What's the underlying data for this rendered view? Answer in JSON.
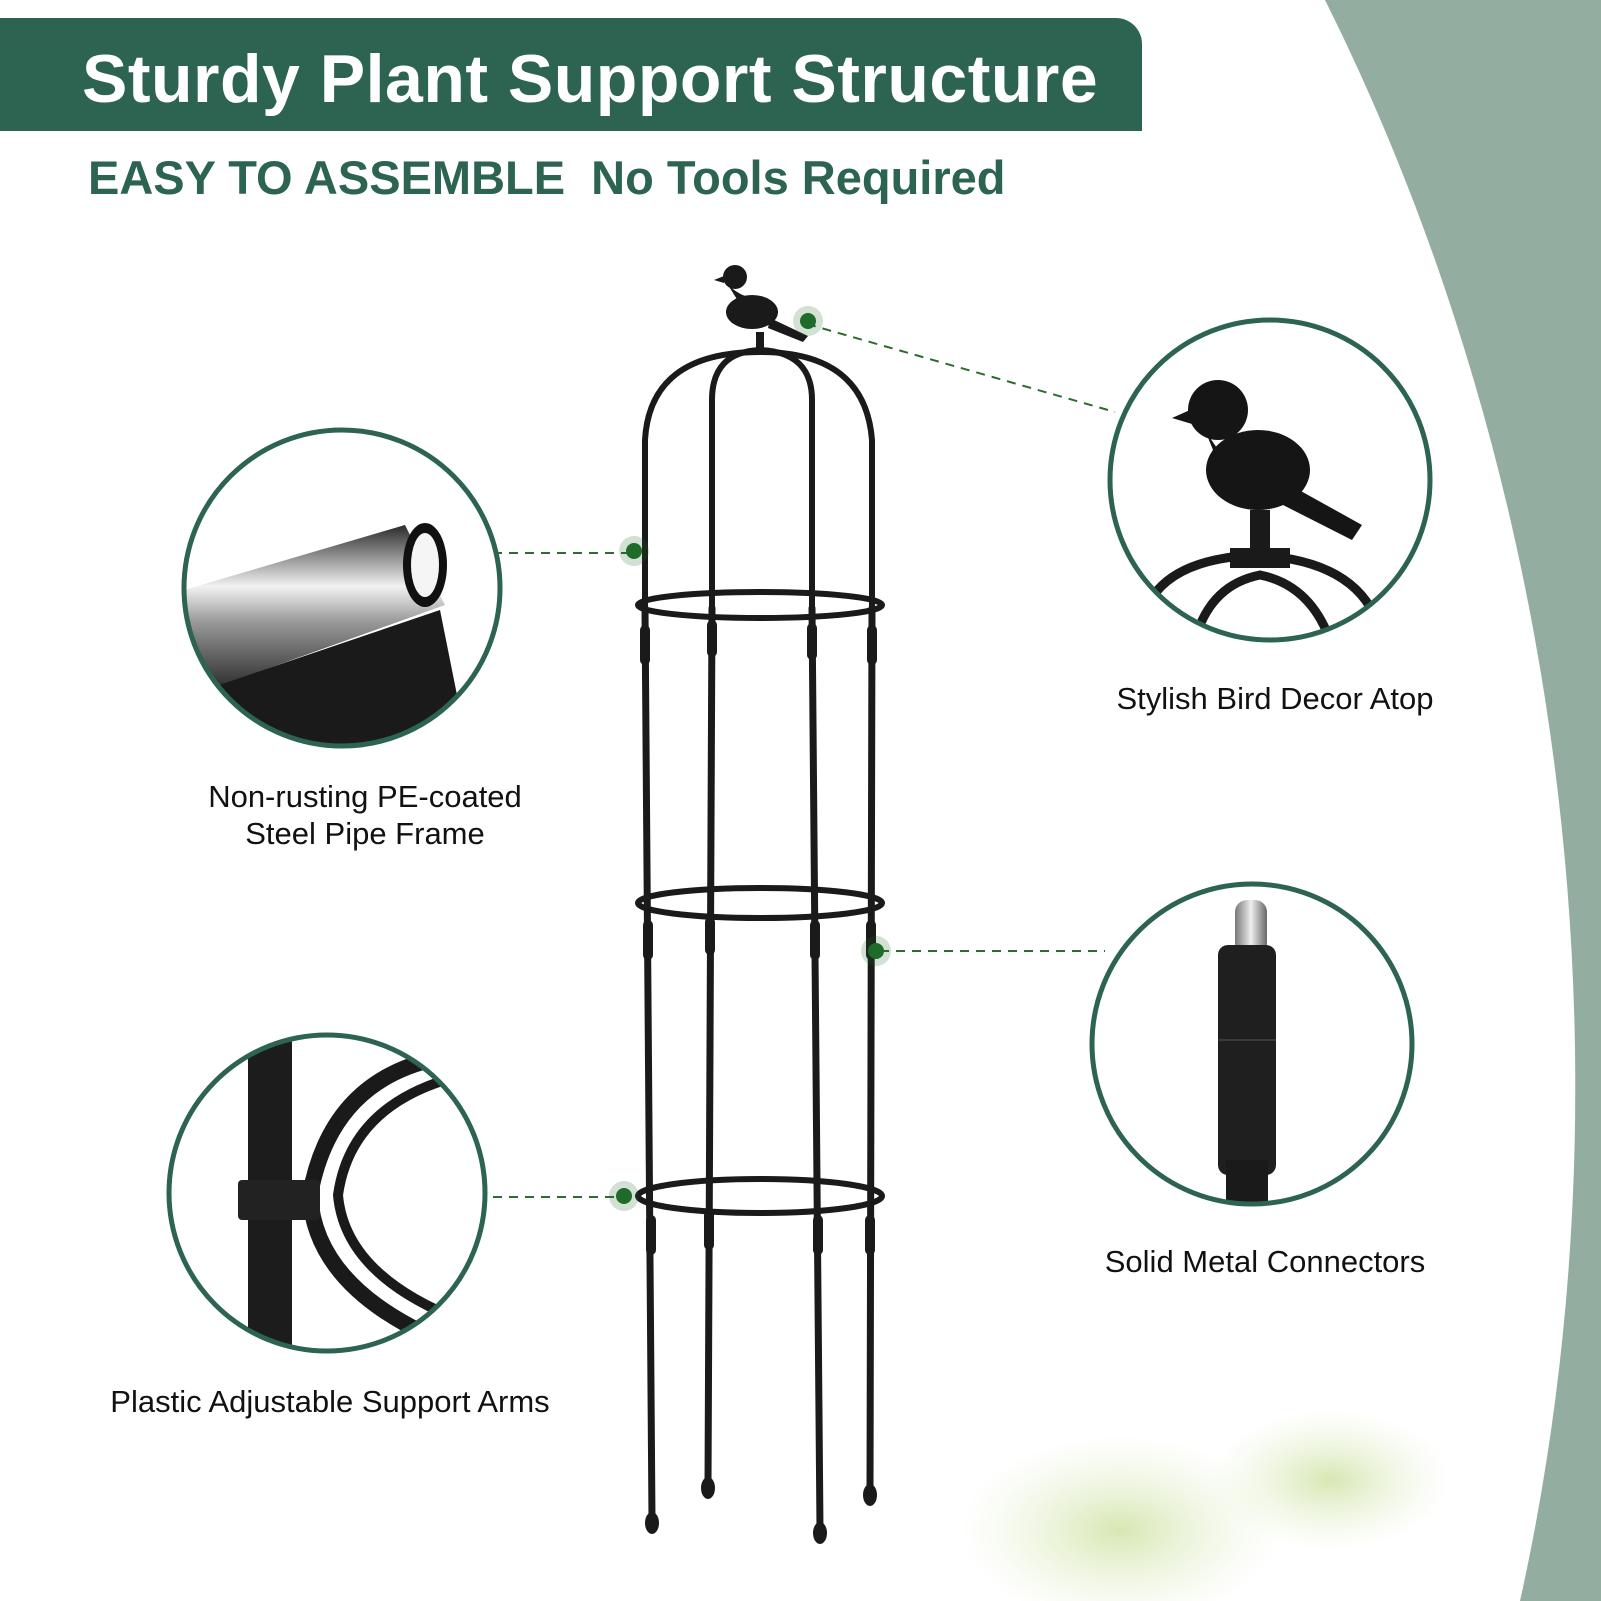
{
  "banner": {
    "title": "Sturdy Plant Support Structure"
  },
  "subtitle": "EASY TO ASSEMBLE  No Tools Required",
  "callouts": {
    "pipe": {
      "label_line1": "Non-rusting PE-coated",
      "label_line2": "Steel Pipe Frame",
      "icon": "steel-pipe-closeup"
    },
    "bird": {
      "label": "Stylish Bird Decor Atop",
      "icon": "bird-decor-closeup"
    },
    "connectors": {
      "label": "Solid Metal Connectors",
      "icon": "metal-connector-closeup"
    },
    "arms": {
      "label": "Plastic Adjustable Support Arms",
      "icon": "support-arm-closeup"
    }
  },
  "colors": {
    "brand_green": "#2c6351",
    "sage": "#93aea0",
    "dot_green": "#1e6b2a",
    "frame_black": "#1a1a1a"
  }
}
